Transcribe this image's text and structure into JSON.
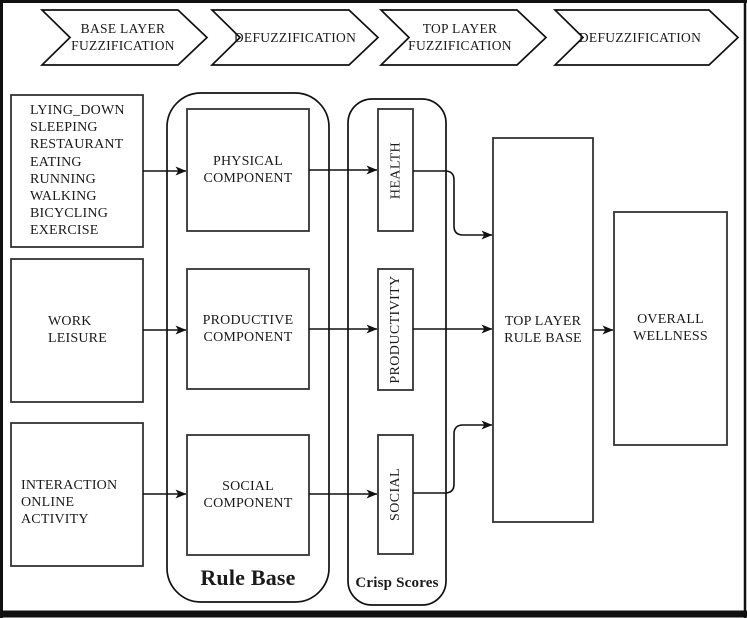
{
  "banner": {
    "steps": [
      {
        "label": "BASE LAYER\nFUZZIFICATION"
      },
      {
        "label": "DEFUZZIFICATION"
      },
      {
        "label": "TOP LAYER\nFUZZIFICATION"
      },
      {
        "label": "DEFUZZIFICATION"
      }
    ]
  },
  "inputs": [
    {
      "label": "LYING_DOWN\nSLEEPING\nRESTAURANT\nEATING\nRUNNING\nWALKING\nBICYCLING\nEXERCISE"
    },
    {
      "label": "WORK\nLEISURE"
    },
    {
      "label": "INTERACTION\nONLINE ACTIVITY"
    }
  ],
  "rule_base": {
    "title": "Rule Base",
    "components": [
      {
        "label": "PHYSICAL\nCOMPONENT"
      },
      {
        "label": "PRODUCTIVE\nCOMPONENT"
      },
      {
        "label": "SOCIAL\nCOMPONENT"
      }
    ]
  },
  "crisp_scores": {
    "title": "Crisp Scores",
    "scores": [
      {
        "label": "HEALTH"
      },
      {
        "label": "PRODUCTIVITY"
      },
      {
        "label": "SOCIAL"
      }
    ]
  },
  "top_layer": {
    "label": "TOP LAYER\nRULE BASE"
  },
  "output": {
    "label": "OVERALL\nWELLNESS"
  },
  "colors": {
    "line": "#111111",
    "box_border": "#333333",
    "background": "#ffffff"
  }
}
